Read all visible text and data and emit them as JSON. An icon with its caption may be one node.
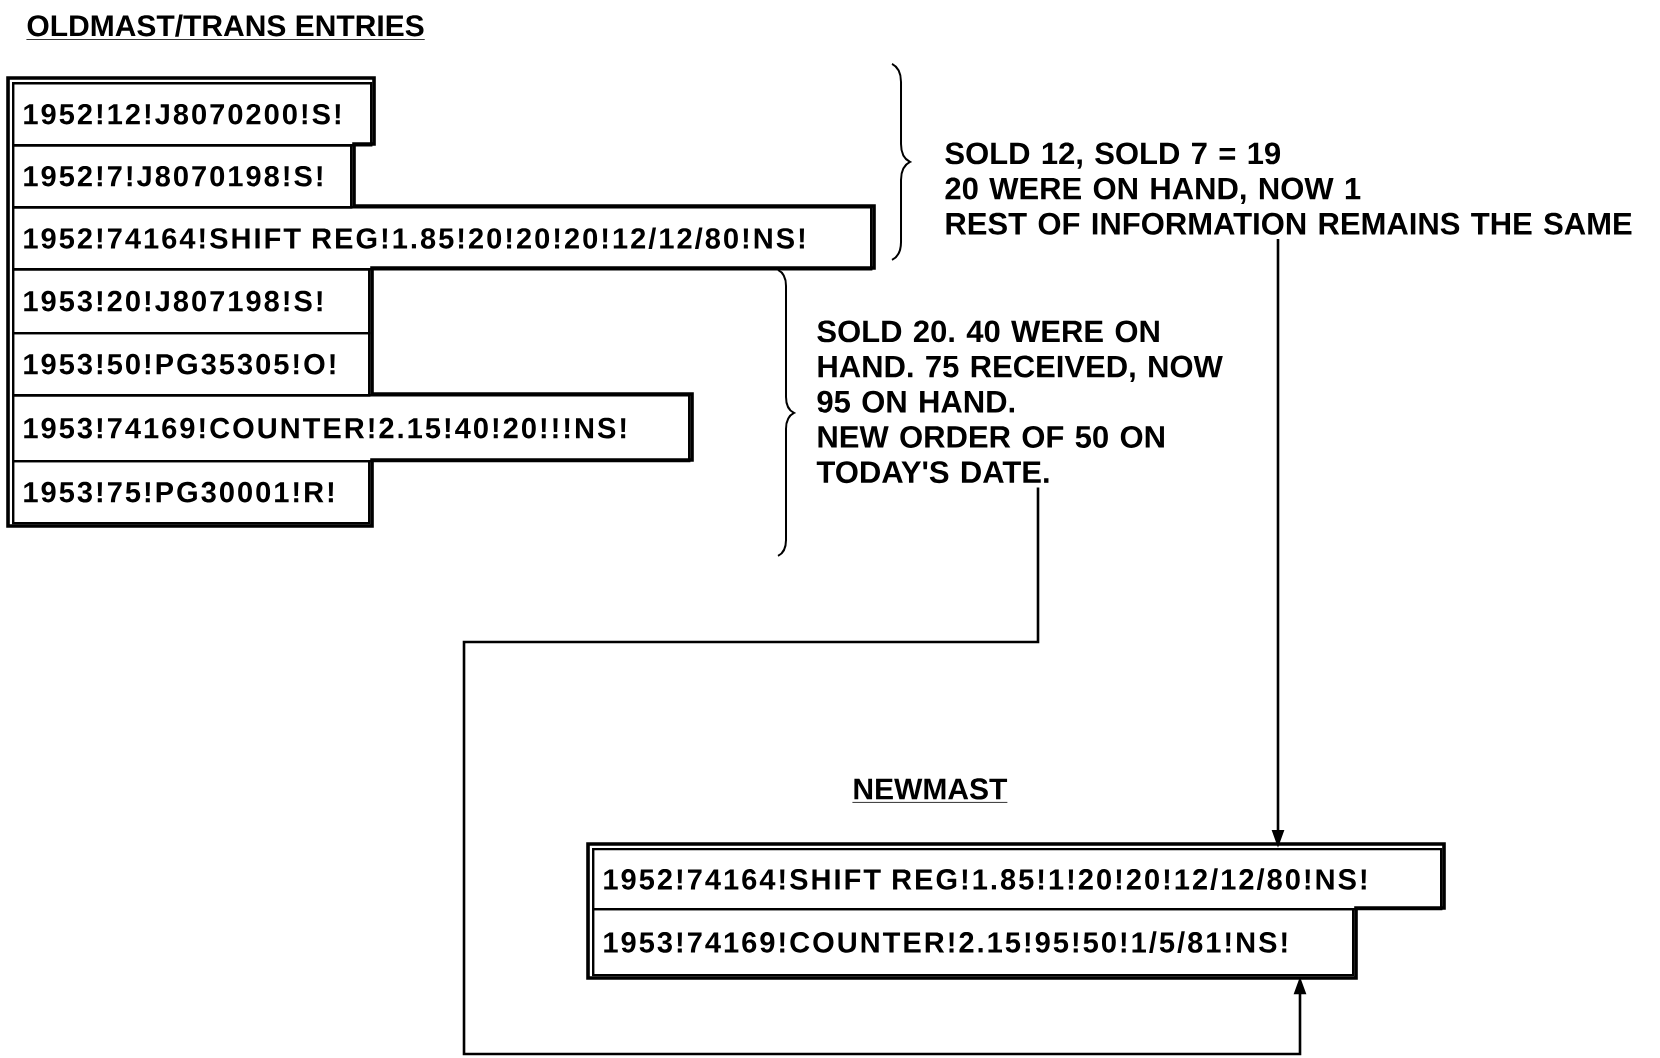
{
  "diagram": {
    "nodes": [
      {
        "text": [
          "OLDMAST/TRANS ENTRIES"
        ]
      },
      {
        "text": [
          "1952!12!J8070200!S!"
        ],
        "in": 0
      },
      {
        "text": [
          "1952!7!J8070198!S!"
        ],
        "in": 0
      },
      {
        "text": [
          "1952!74164!SHIFT REG!1.85!20!20!20!12/12/80!NS!"
        ],
        "in": 0
      },
      {
        "text": [
          "1953!20!J807198!S!"
        ],
        "in": 0
      },
      {
        "text": [
          "1953!50!PG35305!O!"
        ],
        "in": 0
      },
      {
        "text": [
          "1953!74169!COUNTER!2.15!40!20!!!NS!"
        ],
        "in": 0
      },
      {
        "text": [
          "1953!75!PG30001!R!"
        ],
        "in": 0
      },
      {
        "text": [
          "SOLD 12, SOLD 7 = 19",
          "20 WERE ON HAND, NOW 1",
          "REST OF INFORMATION REMAINS THE SAME"
        ]
      },
      {
        "text": [
          "SOLD 20. 40 WERE ON HAND. 75 RECEIVED, NOW 95 ON HAND.",
          "NEW ORDER OF 50 ON TODAY'S DATE."
        ]
      },
      {
        "text": [
          "NEWMAST"
        ]
      },
      {
        "text": [
          "1952!74164!SHIFT REG!1.85!1!20!20!12/12/80!NS!"
        ],
        "in": 10
      },
      {
        "text": [
          "1953!74169!COUNTER!2.15!95!50!1/5/81!NS!"
        ],
        "in": 10
      }
    ],
    "edges": [
      {
        "from": 8,
        "to": 11,
        "arrow": "to"
      },
      {
        "from": 9,
        "to": 12,
        "arrow": "to"
      }
    ]
  }
}
